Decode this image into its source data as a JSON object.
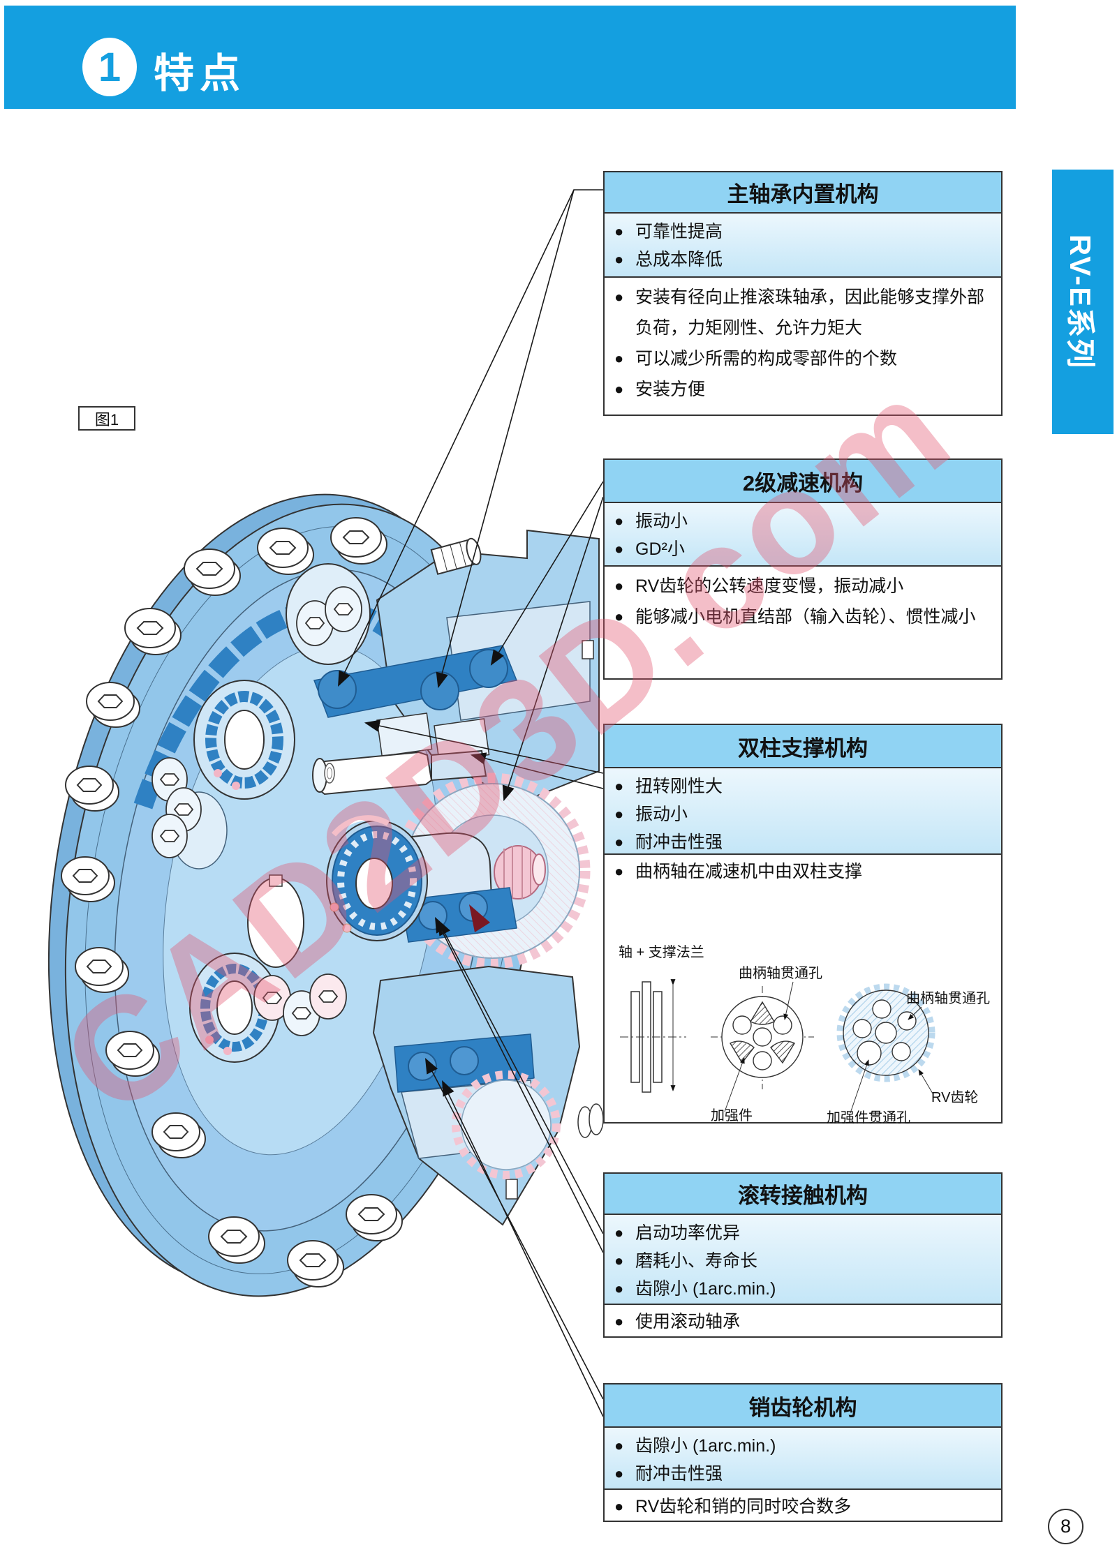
{
  "header": {
    "badge": "1",
    "title": "特点"
  },
  "side_tab": {
    "label": "RV-E系列"
  },
  "figure_label": "图1",
  "watermark": "CAD2D3D.com",
  "page_number": "8",
  "ui": {
    "bullet": "●"
  },
  "boxes": [
    {
      "title": "主轴承内置机构",
      "features": [
        "可靠性提高",
        "总成本降低"
      ],
      "details": [
        "安装有径向止推滚珠轴承，因此能够支撑外部负荷，力矩刚性、允许力矩大",
        "可以减少所需的构成零部件的个数",
        "安装方便"
      ]
    },
    {
      "title": "2级减速机构",
      "features": [
        "振动小",
        "GD²小"
      ],
      "details": [
        "RV齿轮的公转速度变慢，振动减小",
        "能够减小电机直结部（输入齿轮）、惯性减小"
      ]
    },
    {
      "title": "双柱支撑机构",
      "features": [
        "扭转刚性大",
        "振动小",
        "耐冲击性强"
      ],
      "details": [
        "曲柄轴在减速机中由双柱支撑"
      ],
      "inset": {
        "axis_label": "轴 + 支撑法兰",
        "mid_top": "曲柄轴贯通孔",
        "mid_bottom": "加强件",
        "right_top": "曲柄轴贯通孔",
        "right_gear": "RV齿轮",
        "right_bottom": "加强件贯通孔"
      }
    },
    {
      "title": "滚转接触机构",
      "features": [
        "启动功率优异",
        "磨耗小、寿命长",
        "齿隙小 (1arc.min.)"
      ],
      "details": [
        "使用滚动轴承"
      ]
    },
    {
      "title": "销齿轮机构",
      "features": [
        "齿隙小 (1arc.min.)",
        "耐冲击性强"
      ],
      "details": [
        "RV齿轮和销的同时咬合数多"
      ]
    }
  ],
  "colors": {
    "header_blue": "#149fe0",
    "box_title_blue": "#90d3f3",
    "box_feature_blue": "#c4e6f7",
    "body_blue": "#92c6ea",
    "bearing_blue": "#2f81c3",
    "gear_pink": "#f3c6d3",
    "watermark_pink": "#e2556e"
  }
}
